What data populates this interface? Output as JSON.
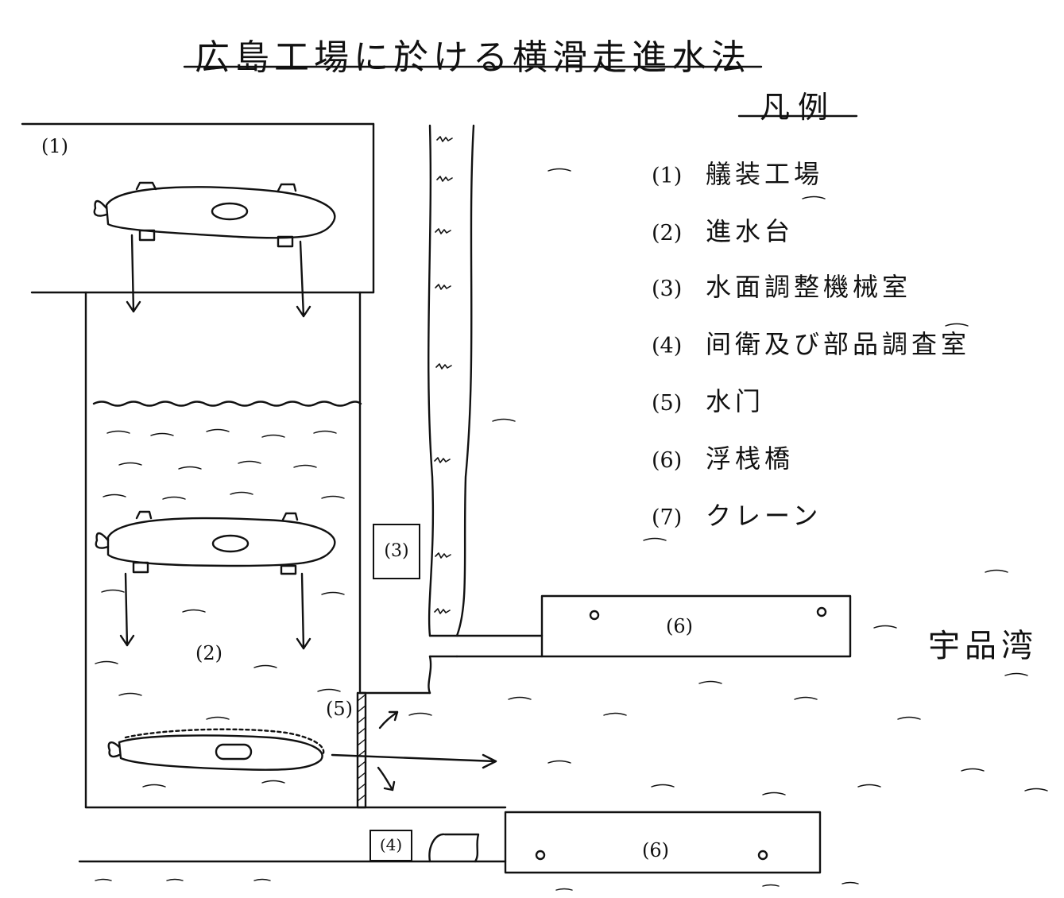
{
  "title": "広島工場に於ける横滑走進水法",
  "legend": {
    "heading": "凡例",
    "items": [
      {
        "num": "(1)",
        "text": "艤装工場"
      },
      {
        "num": "(2)",
        "text": "進水台"
      },
      {
        "num": "(3)",
        "text": "水面調整機械室"
      },
      {
        "num": "(4)",
        "text": "间衛及び部品調査室"
      },
      {
        "num": "(5)",
        "text": "水门"
      },
      {
        "num": "(6)",
        "text": "浮桟橋"
      },
      {
        "num": "(7)",
        "text": "クレーン"
      }
    ]
  },
  "labels": {
    "l1": "(1)",
    "l2": "(2)",
    "l3": "(3)",
    "l4": "(4)",
    "l5": "(5)",
    "l6a": "(6)",
    "l6b": "(6)",
    "bay": "宇品湾"
  }
}
